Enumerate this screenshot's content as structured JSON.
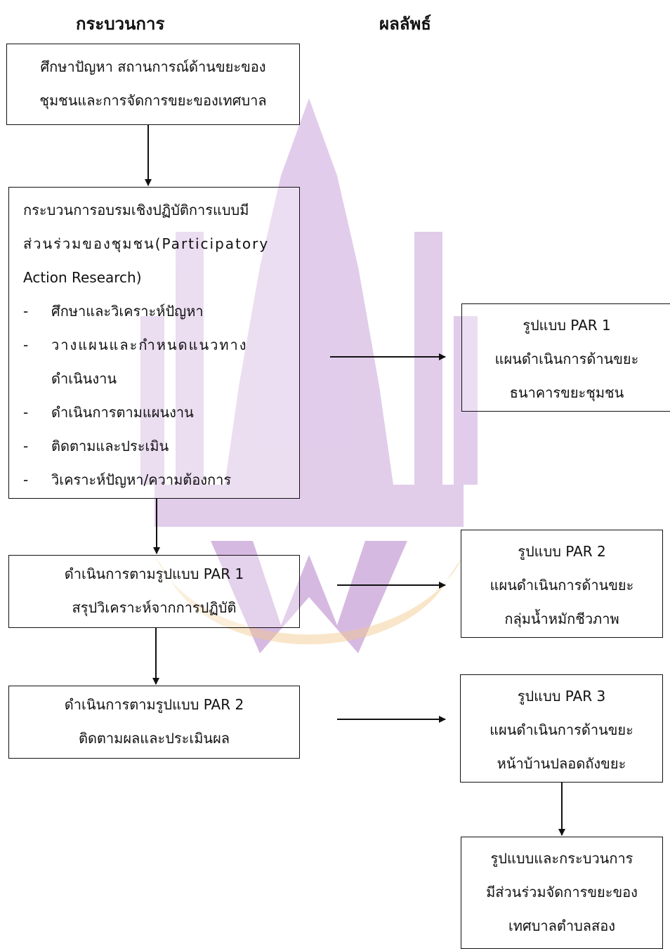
{
  "headers": {
    "process": "กระบวนการ",
    "result": "ผลลัพธ์"
  },
  "process": {
    "step1": {
      "lines": [
        "ศึกษาปัญหา สถานการณ์ด้านขยะของ",
        "ชุมชนและการจัดการขยะของเทศบาล"
      ]
    },
    "step2": {
      "intro": [
        "กระบวนการอบรมเชิงปฏิบัติการแบบมี",
        "ส่วนร่วมของชุมชน(Participatory",
        "Action Research)"
      ],
      "items": [
        "ศึกษาและวิเคราะห์ปัญหา",
        "วางแผนและกำหนดแนวทาง",
        "ดำเนินงาน",
        "ดำเนินการตามแผนงาน",
        "ติดตามและประเมิน",
        "วิเคราะห์ปัญหา/ความต้องการ"
      ],
      "dash": "-"
    },
    "step3": {
      "lines": [
        "ดำเนินการตามรูปแบบ PAR 1",
        "สรุปวิเคราะห์จากการปฏิบัติ"
      ]
    },
    "step4": {
      "lines": [
        "ดำเนินการตามรูปแบบ PAR 2",
        "ติดตามผลและประเมินผล"
      ]
    }
  },
  "results": {
    "par1": {
      "lines": [
        "รูปแบบ PAR 1",
        "แผนดำเนินการด้านขยะ",
        "ธนาคารขยะชุมชน"
      ]
    },
    "par2": {
      "lines": [
        "รูปแบบ PAR 2",
        "แผนดำเนินการด้านขยะ",
        "กลุ่มน้ำหมักชีวภาพ"
      ]
    },
    "par3": {
      "lines": [
        "รูปแบบ PAR 3",
        "แผนดำเนินการด้านขยะ",
        "หน้าบ้านปลอดถังขยะ"
      ]
    },
    "final": {
      "lines": [
        "รูปแบบและกระบวนการ",
        "มีส่วนร่วมจัดการขยะของ",
        "เทศบาลตำบลสอง"
      ]
    }
  },
  "colors": {
    "watermark": "#c8a0d8",
    "watermark_accent": "#f2c88a",
    "line": "#111111"
  }
}
